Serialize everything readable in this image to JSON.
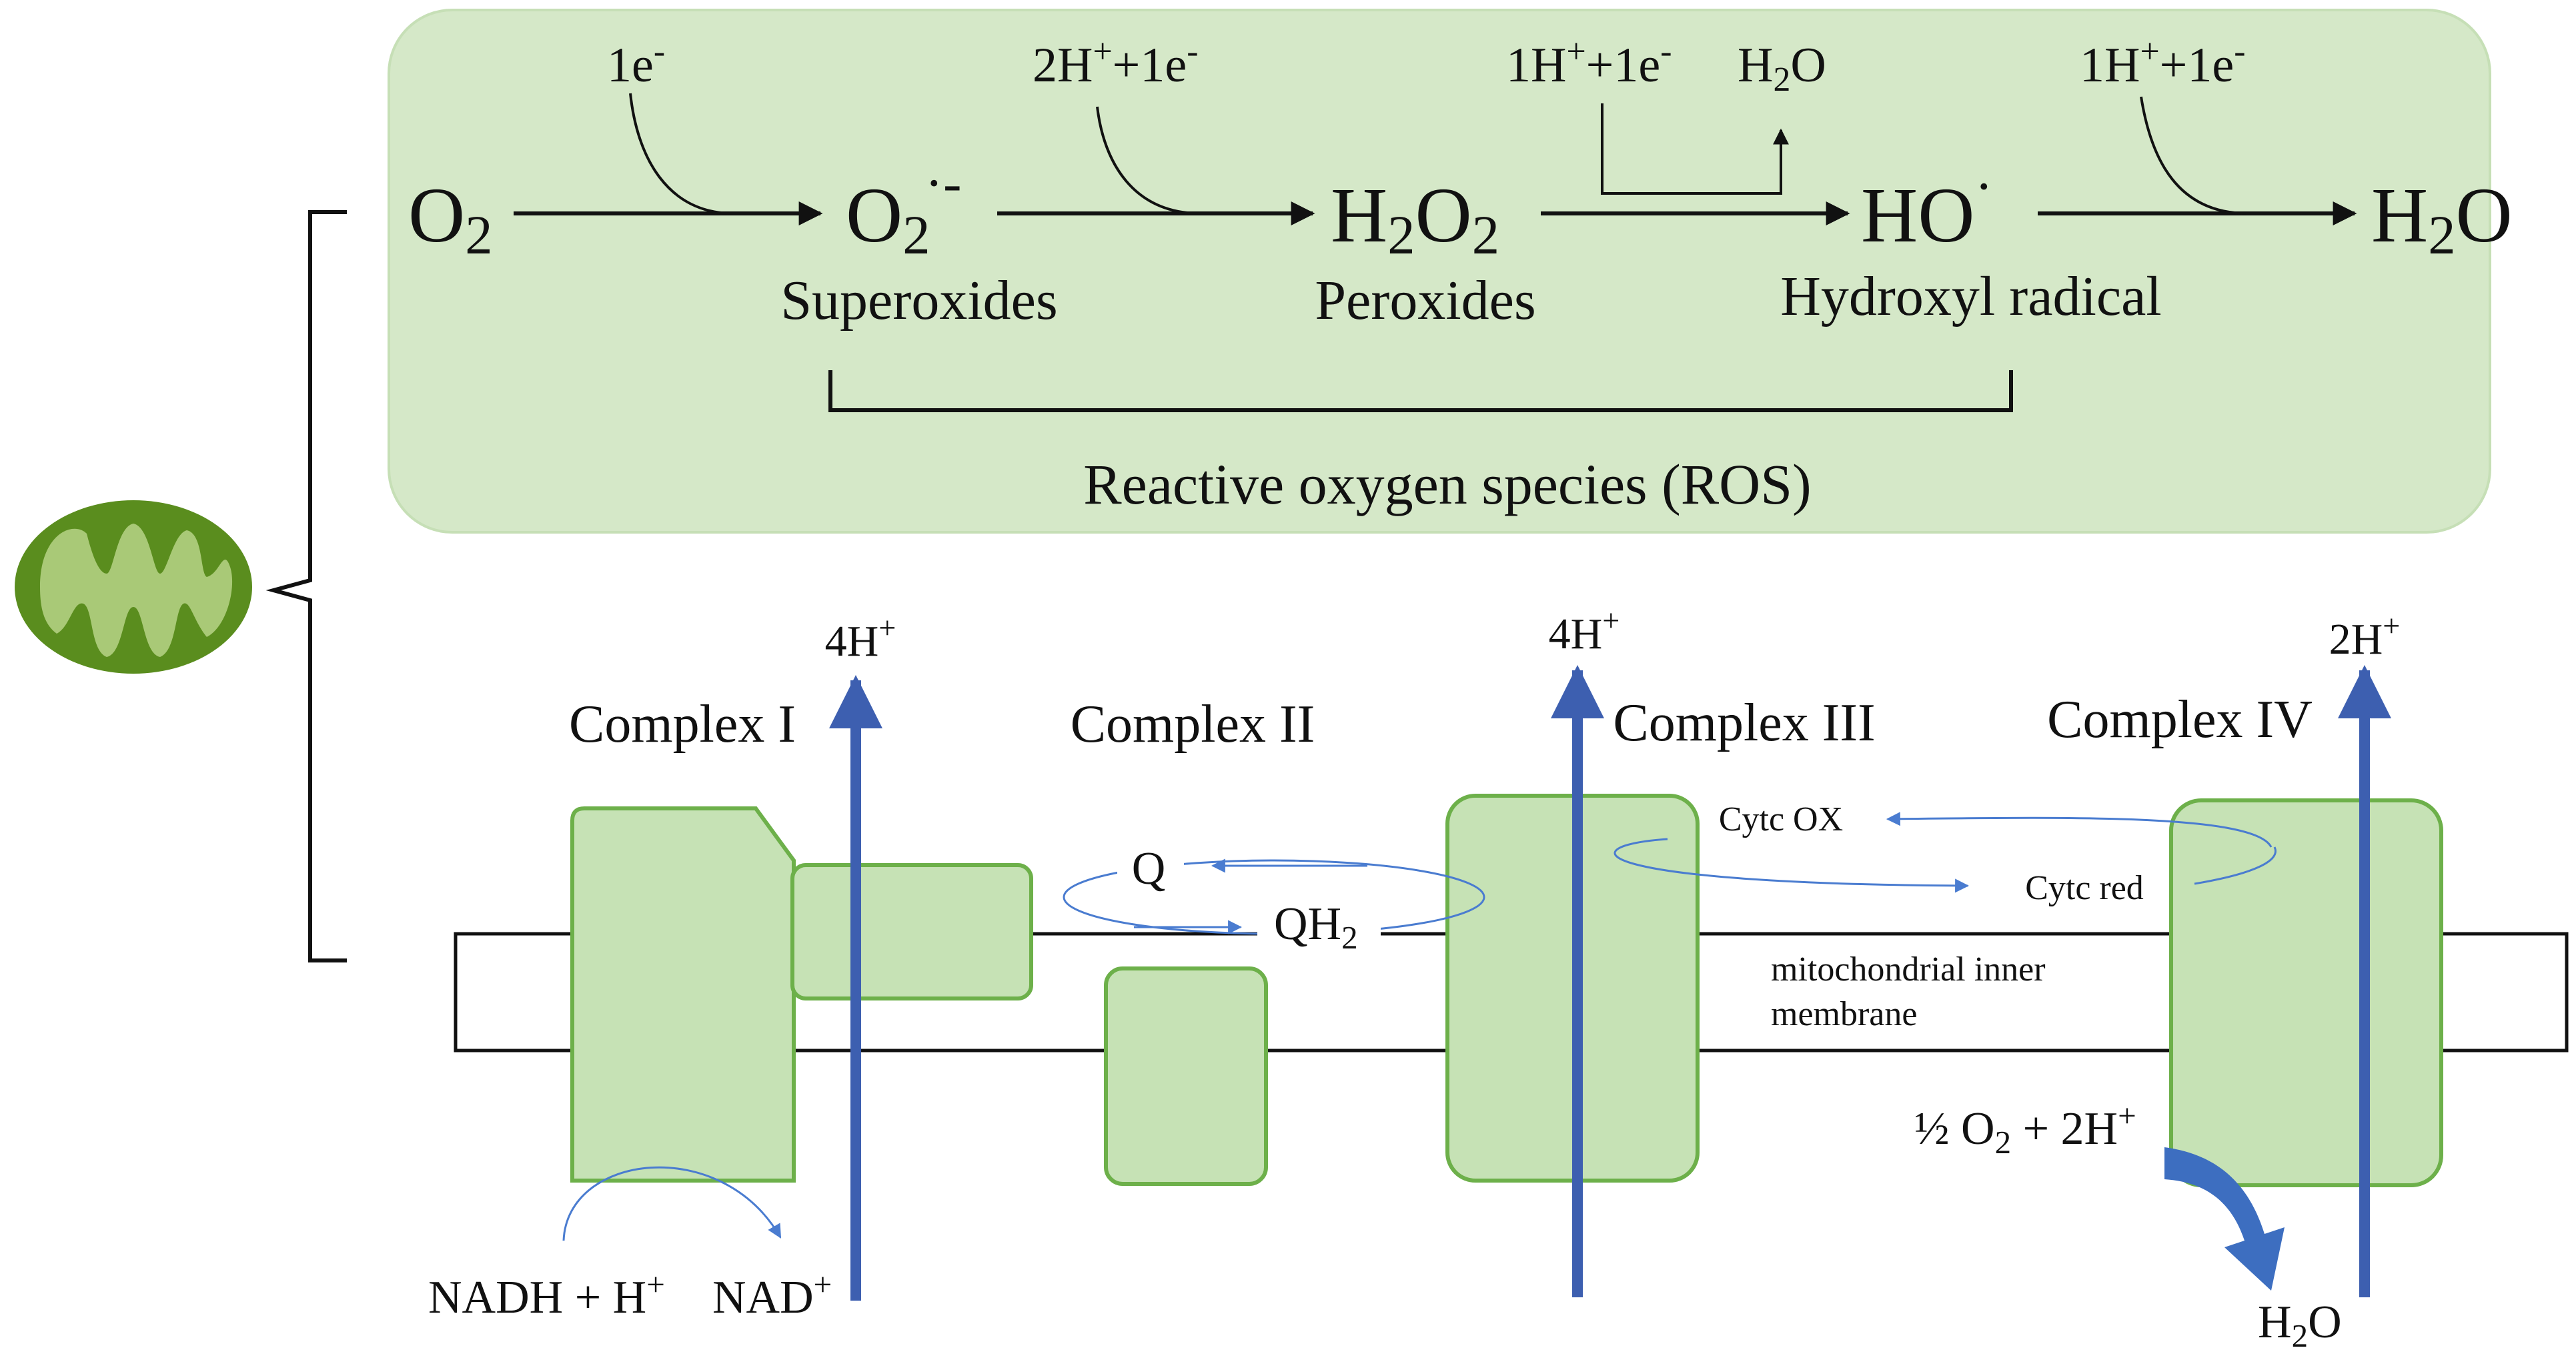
{
  "ros_panel": {
    "species": {
      "o2": {
        "base": "O",
        "sub": "2"
      },
      "superoxide": {
        "base": "O",
        "sub": "2",
        "sup": "·-"
      },
      "h2o2": {
        "a": "H",
        "sub1": "2",
        "b": "O",
        "sub2": "2"
      },
      "hydroxyl": {
        "base": "HO",
        "sup": "·"
      },
      "water": {
        "a": "H",
        "sub": "2",
        "b": "O"
      }
    },
    "labels": {
      "superoxides": "Superoxides",
      "peroxides": "Peroxides",
      "hydroxyl_radical": "Hydroxyl radical"
    },
    "inputs": {
      "step1": {
        "base": "1e",
        "sup": "-"
      },
      "step2": {
        "a": "2H",
        "sup1": "+",
        "b": "+1e",
        "sup2": "-"
      },
      "step3": {
        "a": "1H",
        "sup1": "+",
        "b": "+1e",
        "sup2": "-"
      },
      "step3_out": {
        "a": "H",
        "sub": "2",
        "b": "O"
      },
      "step4": {
        "a": "1H",
        "sup1": "+",
        "b": "+1e",
        "sup2": "-"
      }
    },
    "ros_caption": "Reactive oxygen species (ROS)"
  },
  "etc": {
    "complexes": {
      "c1": "Complex I",
      "c2": "Complex II",
      "c3": "Complex III",
      "c4": "Complex IV"
    },
    "protons": {
      "c1": {
        "base": "4H",
        "sup": "+"
      },
      "c3": {
        "base": "4H",
        "sup": "+"
      },
      "c4": {
        "base": "2H",
        "sup": "+"
      }
    },
    "q": "Q",
    "qh2": {
      "base": "QH",
      "sub": "2"
    },
    "cytc_ox": "Cytc OX",
    "cytc_red": "Cytc red",
    "membrane_line1": "mitochondrial inner",
    "membrane_line2": "membrane",
    "nadh": {
      "a": "NADH + H",
      "sup": "+"
    },
    "nad": {
      "a": "NAD",
      "sup": "+"
    },
    "oxygen_input": {
      "a": "½ O",
      "sub": "2",
      "b": " + 2H",
      "sup": "+"
    },
    "water_out": {
      "a": "H",
      "sub": "2",
      "b": "O"
    }
  },
  "colors": {
    "panel_fill": "#d5e8c8",
    "complex_fill": "#c6e2b5",
    "complex_stroke": "#6db04a",
    "proton_arrow": "#3d5fb0",
    "cyc_arrow": "#4a7cd0",
    "mito_outer": "#5a8d1e",
    "mito_inner": "#a9c977"
  },
  "icons": [
    "mitochondrion-icon"
  ]
}
